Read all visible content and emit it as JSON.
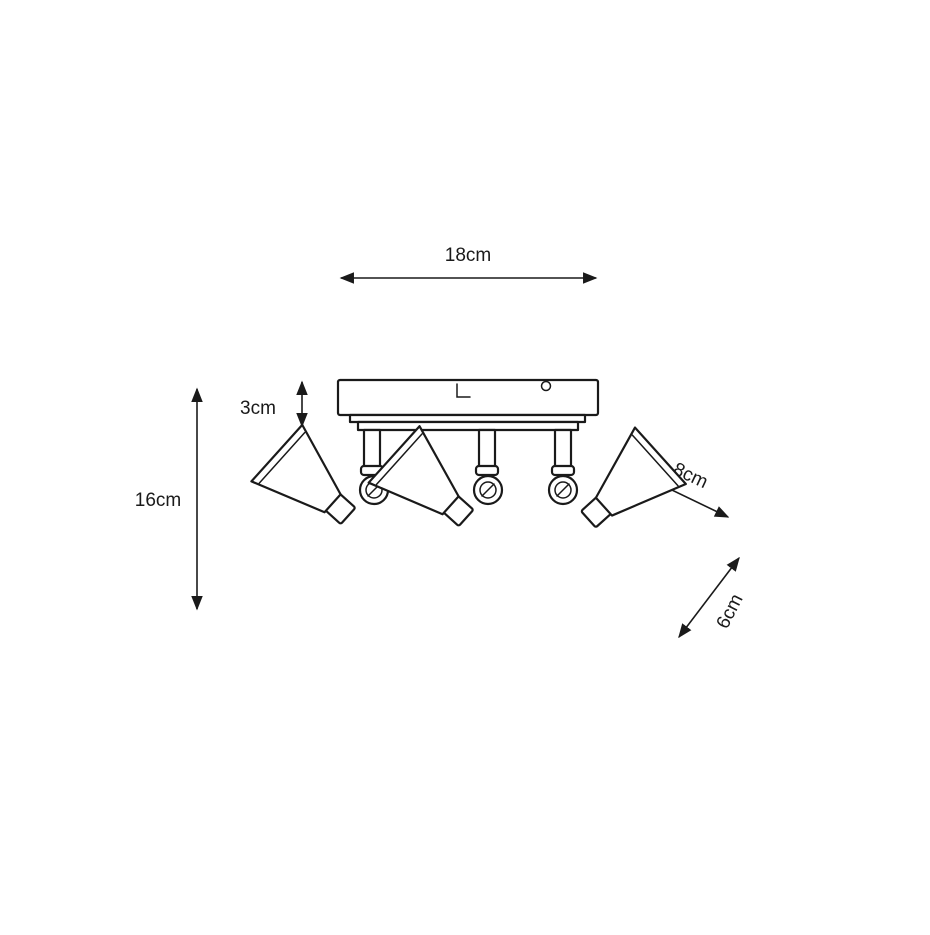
{
  "dimensions": {
    "width_label": "18cm",
    "base_height_label": "3cm",
    "total_height_label": "16cm",
    "shade_length_label": "8cm",
    "shade_diameter_label": "6cm"
  },
  "colors": {
    "line": "#1a1a1a",
    "background": "#ffffff"
  }
}
